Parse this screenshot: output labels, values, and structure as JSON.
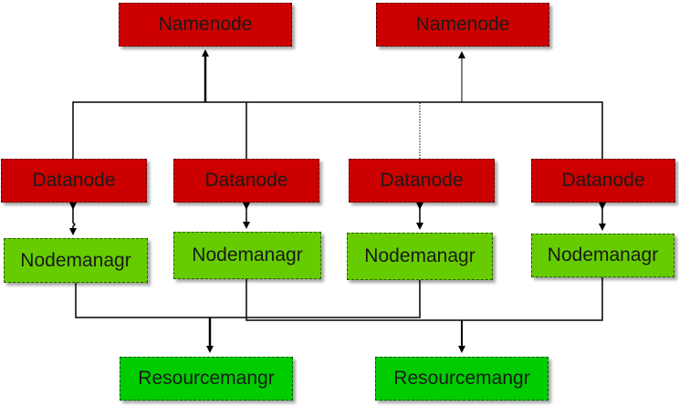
{
  "diagram": {
    "namenodes": [
      "Namenode",
      "Namenode"
    ],
    "datanodes": [
      "Datanode",
      "Datanode",
      "Datanode",
      "Datanode"
    ],
    "nodemanagers": [
      "Nodemanagr",
      "Nodemanagr",
      "Nodemanagr",
      "Nodemanagr"
    ],
    "resourcemanagers": [
      "Resourcemangr",
      "Resourcemangr"
    ],
    "colors": {
      "namenode": "#cc0000",
      "datanode": "#cc0000",
      "nodemanager": "#66cc00",
      "resourcemanager": "#00cc00",
      "connector": "#000000"
    },
    "connections": [
      {
        "from": "datanode-1",
        "to": "namenode-1"
      },
      {
        "from": "datanode-2",
        "to": "namenode-1"
      },
      {
        "from": "datanode-3",
        "to": "namenode-2"
      },
      {
        "from": "datanode-4",
        "to": "namenode-2"
      },
      {
        "from": "datanode-1",
        "to": "nodemanager-1",
        "bidirectional": true
      },
      {
        "from": "datanode-2",
        "to": "nodemanager-2",
        "bidirectional": true
      },
      {
        "from": "datanode-3",
        "to": "nodemanager-3",
        "bidirectional": true
      },
      {
        "from": "datanode-4",
        "to": "nodemanager-4",
        "bidirectional": true
      },
      {
        "from": "nodemanager-1",
        "to": "resourcemanager-1"
      },
      {
        "from": "nodemanager-3",
        "to": "resourcemanager-1"
      },
      {
        "from": "nodemanager-2",
        "to": "resourcemanager-2"
      },
      {
        "from": "nodemanager-4",
        "to": "resourcemanager-2"
      }
    ]
  }
}
